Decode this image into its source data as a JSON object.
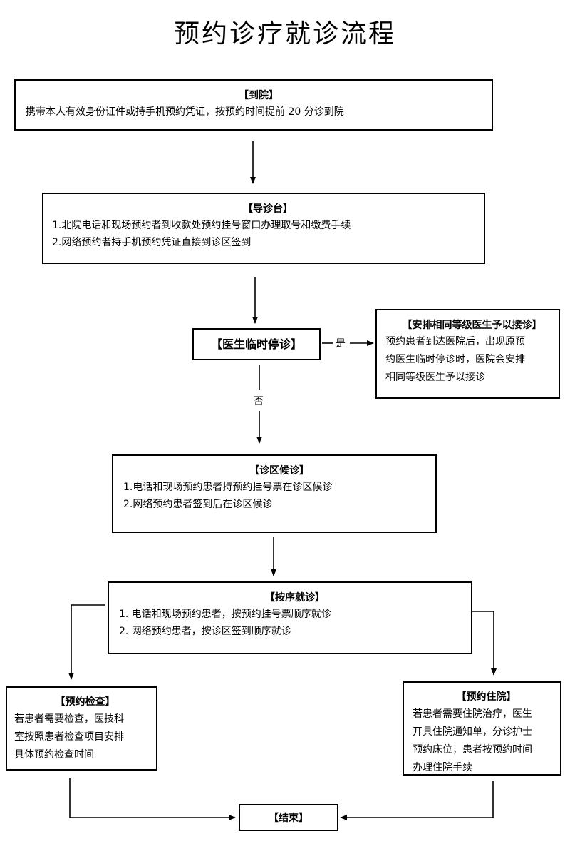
{
  "title": "预约诊疗就诊流程",
  "arrive": {
    "heading": "【到院】",
    "line1": "携带本人有效身份证件或持手机预约凭证，按预约时间提前 20 分诊到院"
  },
  "guide": {
    "heading": "【导诊台】",
    "line1": "1.北院电话和现场预约者到收款处预约挂号窗口办理取号和缴费手续",
    "line2": "2.网络预约者持手机预约凭证直接到诊区签到"
  },
  "stop": {
    "heading": "【医生临时停诊】"
  },
  "yes_label": "是",
  "no_label": "否",
  "arrange": {
    "heading": "【安排相同等级医生予以接诊】",
    "lines": [
      "预约患者到达医院后，出现原预",
      "约医生临时停诊时，医院会安排",
      "相同等级医生予以接诊"
    ]
  },
  "wait": {
    "heading": "【诊区候诊】",
    "line1": "1.电话和现场预约患者持预约挂号票在诊区候诊",
    "line2": "2.网络预约患者签到后在诊区候诊"
  },
  "order": {
    "heading": "【按序就诊】",
    "line1": "1. 电话和现场预约患者，按预约挂号票顺序就诊",
    "line2": "2. 网络预约患者，按诊区签到顺序就诊"
  },
  "exam": {
    "heading": "【预约检查】",
    "lines": [
      "若患者需要检查，医技科",
      "室按照患者检查项目安排",
      "具体预约检查时间"
    ]
  },
  "hosp": {
    "heading": "【预约住院】",
    "lines": [
      "若患者需要住院治疗，医生",
      "开具住院通知单，分诊护士",
      "预约床位，患者按预约时间",
      "办理住院手续"
    ]
  },
  "end": {
    "heading": "【结束】"
  }
}
